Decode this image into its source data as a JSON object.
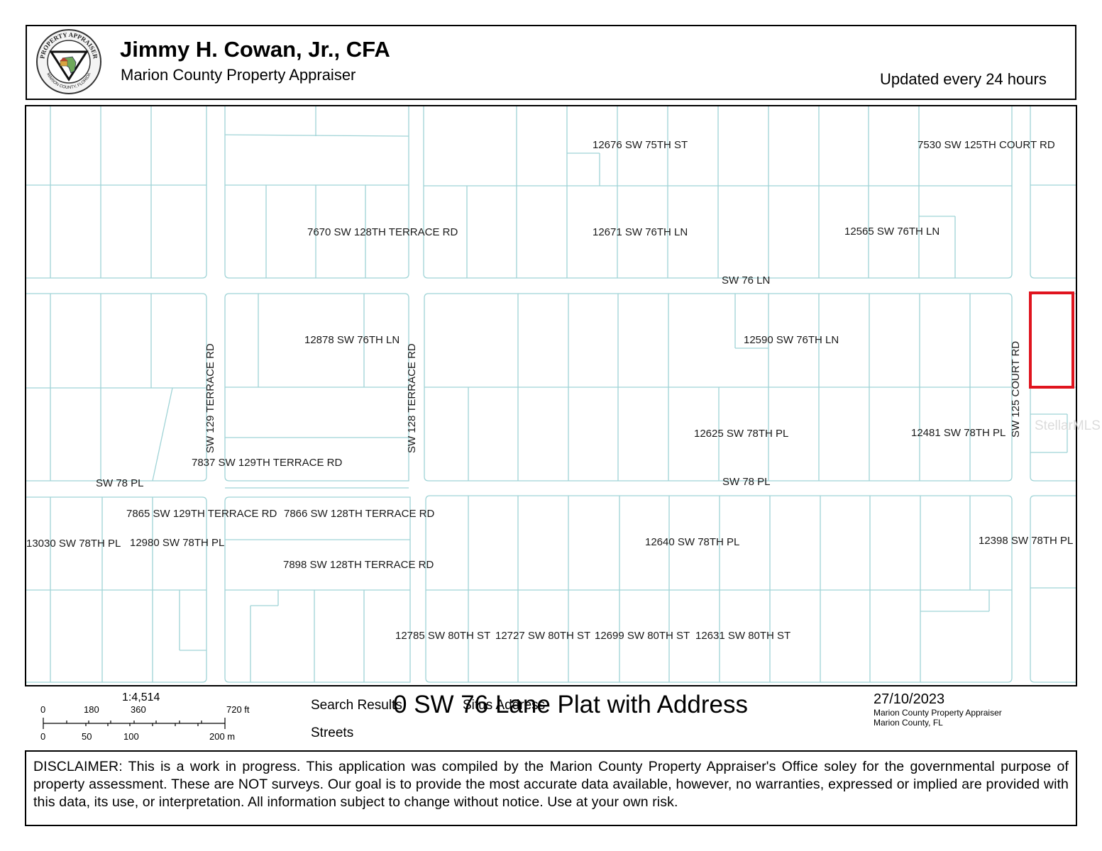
{
  "header": {
    "appraiser_name": "Jimmy H. Cowan, Jr., CFA",
    "office": "Marion County Property Appraiser",
    "update_note": "Updated every 24 hours",
    "seal_top_text": "PROPERTY APPRAISER",
    "seal_bottom_text": "MARION COUNTY, FLORIDA"
  },
  "map": {
    "addresses": [
      "12676 SW 75TH ST",
      "7530 SW 125TH COURT RD",
      "7670 SW 128TH TERRACE RD",
      "12671 SW 76TH LN",
      "12565 SW 76TH LN",
      "12878 SW 76TH LN",
      "12590 SW 76TH LN",
      "12625 SW 78TH PL",
      "12481 SW 78TH PL",
      "7837 SW 129TH TERRACE RD",
      "7865 SW 129TH TERRACE RD",
      "7866 SW 128TH TERRACE RD",
      "13030 SW 78TH PL",
      "12980 SW 78TH PL",
      "12640 SW 78TH PL",
      "12398 SW 78TH PL",
      "7898 SW 128TH TERRACE RD",
      "12785 SW 80TH ST",
      "12727 SW 80TH ST",
      "12699 SW 80TH ST",
      "12631 SW 80TH ST"
    ],
    "streets": {
      "sw76ln": "SW 76 LN",
      "sw78pl_west": "SW 78 PL",
      "sw78pl_east": "SW 78 PL",
      "sw129": "SW 129 TERRACE RD",
      "sw128": "SW 128 TERRACE RD",
      "sw125": "SW 125 COURT RD"
    },
    "parcel_line_color": "#9fd3d6",
    "highlight_color": "#e0141e",
    "watermark": "StellarMLS"
  },
  "scale": {
    "ratio": "1:4,514",
    "feet_labels": [
      "0",
      "180",
      "360",
      "720 ft"
    ],
    "meter_labels": [
      "0",
      "50",
      "100",
      "200 m"
    ]
  },
  "legend": {
    "search_results": "Search Results",
    "situs_address": "Situs Address",
    "streets": "Streets"
  },
  "map_title": "0 SW  76 Lane Plat with Address",
  "footer": {
    "date": "27/10/2023",
    "credit_1": "Marion County Property Appraiser",
    "credit_2": "Marion County, FL"
  },
  "disclaimer": "DISCLAIMER: This is a work in progress. This application was compiled by the Marion County Property Appraiser's Office soley for the governmental purpose of property assessment. These are NOT surveys. Our goal is to provide the most accurate data available, however, no warranties, expressed or implied are provided with this data, its use, or interpretation. All information subject to change without notice. Use at your own risk."
}
